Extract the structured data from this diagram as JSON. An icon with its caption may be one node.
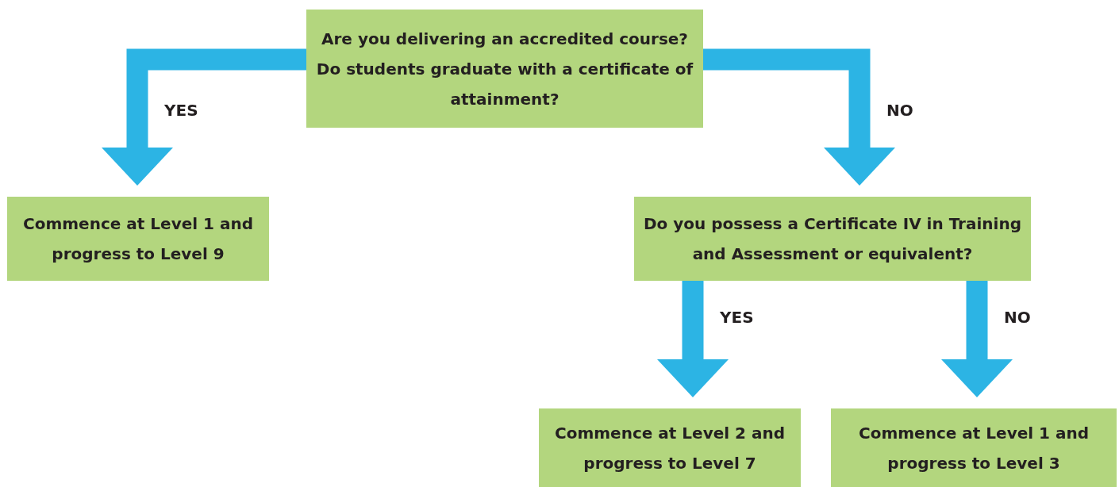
{
  "diagram": {
    "nodes": [
      {
        "text": [
          "Are you delivering an accredited course? Do students graduate with a certificate of attainment?"
        ]
      },
      {
        "text": [
          "Commence at Level 1 and progress to Level 9"
        ]
      },
      {
        "text": [
          "Do you possess a Certificate IV in Training and Assessment or equivalent?"
        ]
      },
      {
        "text": [
          "Commence at Level 2 and progress to Level 7"
        ]
      },
      {
        "text": [
          "Commence at Level 1 and progress to Level 3"
        ]
      }
    ],
    "edges": [
      {
        "from": 0,
        "to": 1,
        "arrow": "to",
        "label": "YES"
      },
      {
        "from": 0,
        "to": 2,
        "arrow": "to",
        "label": "NO"
      },
      {
        "from": 2,
        "to": 3,
        "arrow": "to",
        "label": "YES"
      },
      {
        "from": 2,
        "to": 4,
        "arrow": "to",
        "label": "NO"
      }
    ]
  }
}
